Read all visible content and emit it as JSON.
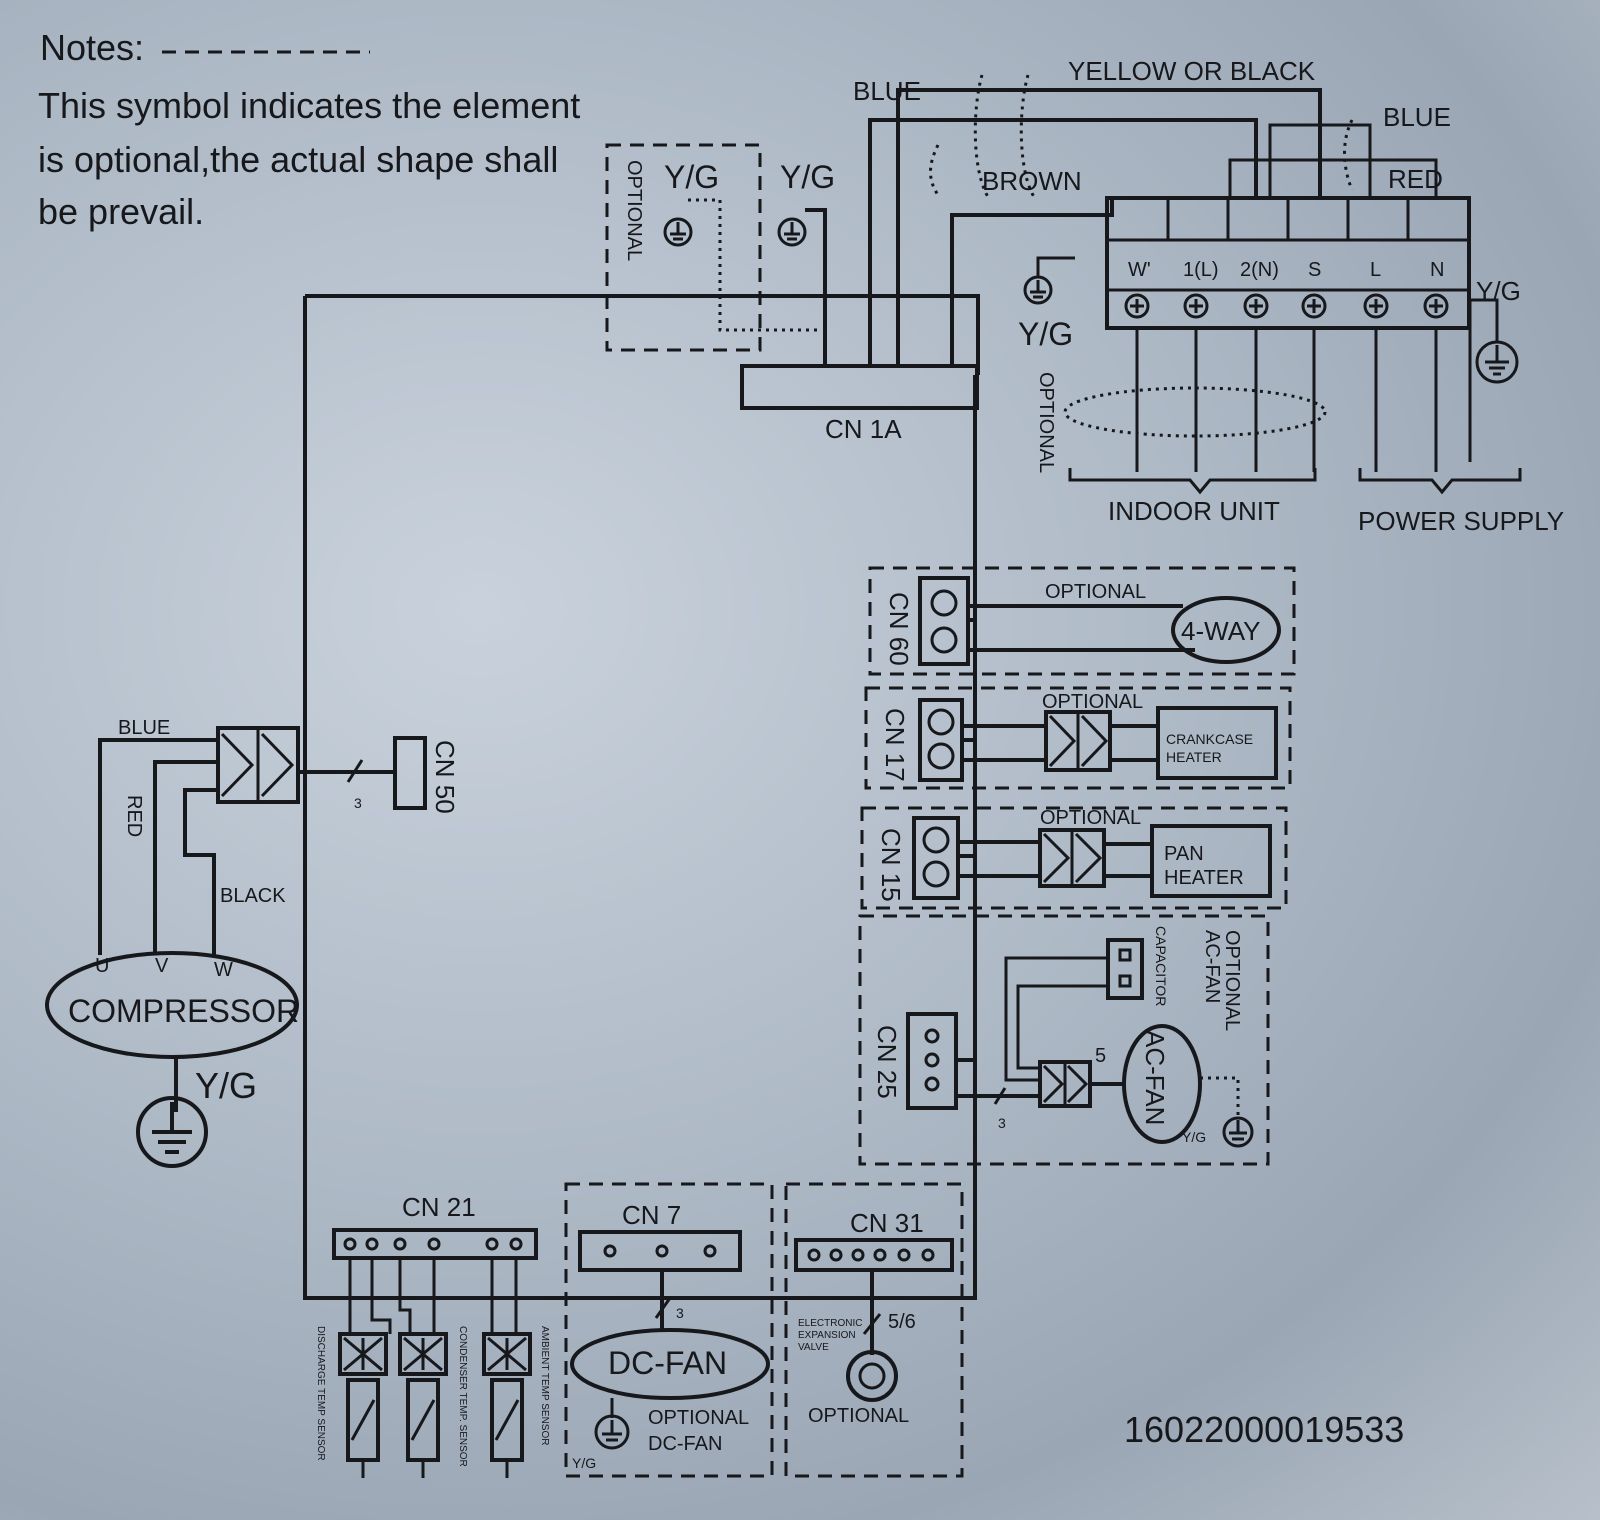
{
  "notes": {
    "title": "Notes:",
    "line1": "This symbol indicates the element",
    "line2": "is  optional,the actual shape shall",
    "line3": "be prevail."
  },
  "top": {
    "optional_vertical": "OPTIONAL",
    "yg_optional": "Y/G",
    "yg": "Y/G",
    "blue": "BLUE",
    "yellow_or_black": "YELLOW OR BLACK",
    "brown": "BROWN",
    "blue_right": "BLUE",
    "red": "RED",
    "cn1a": "CN 1A",
    "yg_terminal": "Y/G",
    "optional_vertical_2": "OPTIONAL",
    "yg_power": "Y/G"
  },
  "terminal": {
    "labels": [
      "W'",
      "1(L)",
      "2(N)",
      "S",
      "L",
      "N"
    ],
    "indoor_unit": "INDOOR UNIT",
    "power_supply": "POWER SUPPLY"
  },
  "right_blocks": {
    "cn60": "CN 60",
    "optional_1": "OPTIONAL",
    "four_way": "4-WAY",
    "cn17": "CN 17",
    "optional_2": "OPTIONAL",
    "crankcase_1": "CRANKCASE",
    "crankcase_2": "HEATER",
    "cn15": "CN 15",
    "optional_3": "OPTIONAL",
    "pan_1": "PAN",
    "pan_2": "HEATER",
    "cn25": "CN 25",
    "capacitor": "CAPACITOR",
    "optional_acfan_1": "OPTIONAL",
    "optional_acfan_2": "AC-FAN",
    "ac_fan": "AC-FAN",
    "five": "5",
    "three": "3",
    "yg": "Y/G"
  },
  "compressor": {
    "blue": "BLUE",
    "red": "RED",
    "black": "BLACK",
    "u": "U",
    "v": "V",
    "w": "W",
    "name": "COMPRESSOR",
    "yg": "Y/G",
    "cn50": "CN 50",
    "three": "3"
  },
  "bottom": {
    "cn21": "CN 21",
    "cn7": "CN 7",
    "cn31": "CN 31",
    "three": "3",
    "dc_fan": "DC-FAN",
    "optional_dc_1": "OPTIONAL",
    "optional_dc_2": "DC-FAN",
    "yg": "Y/G",
    "eev_1": "ELECTRONIC",
    "eev_2": "EXPANSION",
    "eev_3": "VALVE",
    "five_six": "5/6",
    "optional": "OPTIONAL",
    "discharge": "DISCHARGE TEMP SENSOR",
    "condenser": "CONDENSER TEMP. SENSOR",
    "ambient": "AMBIENT TEMP SENSOR"
  },
  "serial": "16022000019533"
}
